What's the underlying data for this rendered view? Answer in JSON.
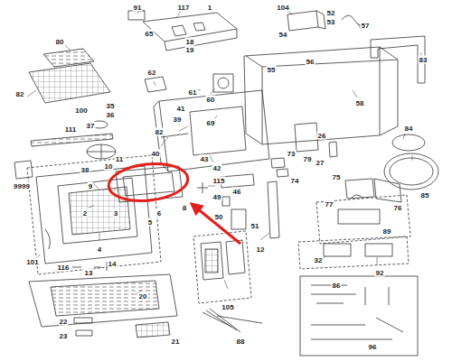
{
  "diagram": {
    "labels": [
      "80",
      "82",
      "91",
      "117",
      "1",
      "65",
      "18",
      "19",
      "104",
      "52",
      "53",
      "54",
      "57",
      "83",
      "55",
      "56",
      "58",
      "62",
      "61",
      "60",
      "100",
      "35",
      "36",
      "37",
      "38",
      "39",
      "82",
      "41",
      "69",
      "40",
      "42",
      "43",
      "79",
      "84",
      "85",
      "26",
      "27",
      "73",
      "74",
      "46",
      "75",
      "77",
      "76",
      "89",
      "9999",
      "111",
      "11",
      "10",
      "9",
      "8",
      "6",
      "5",
      "2",
      "3",
      "4",
      "115",
      "49",
      "50",
      "51",
      "12",
      "101",
      "116",
      "13",
      "14",
      "20",
      "21",
      "22",
      "23",
      "105",
      "88",
      "32",
      "92",
      "86",
      "96"
    ]
  }
}
